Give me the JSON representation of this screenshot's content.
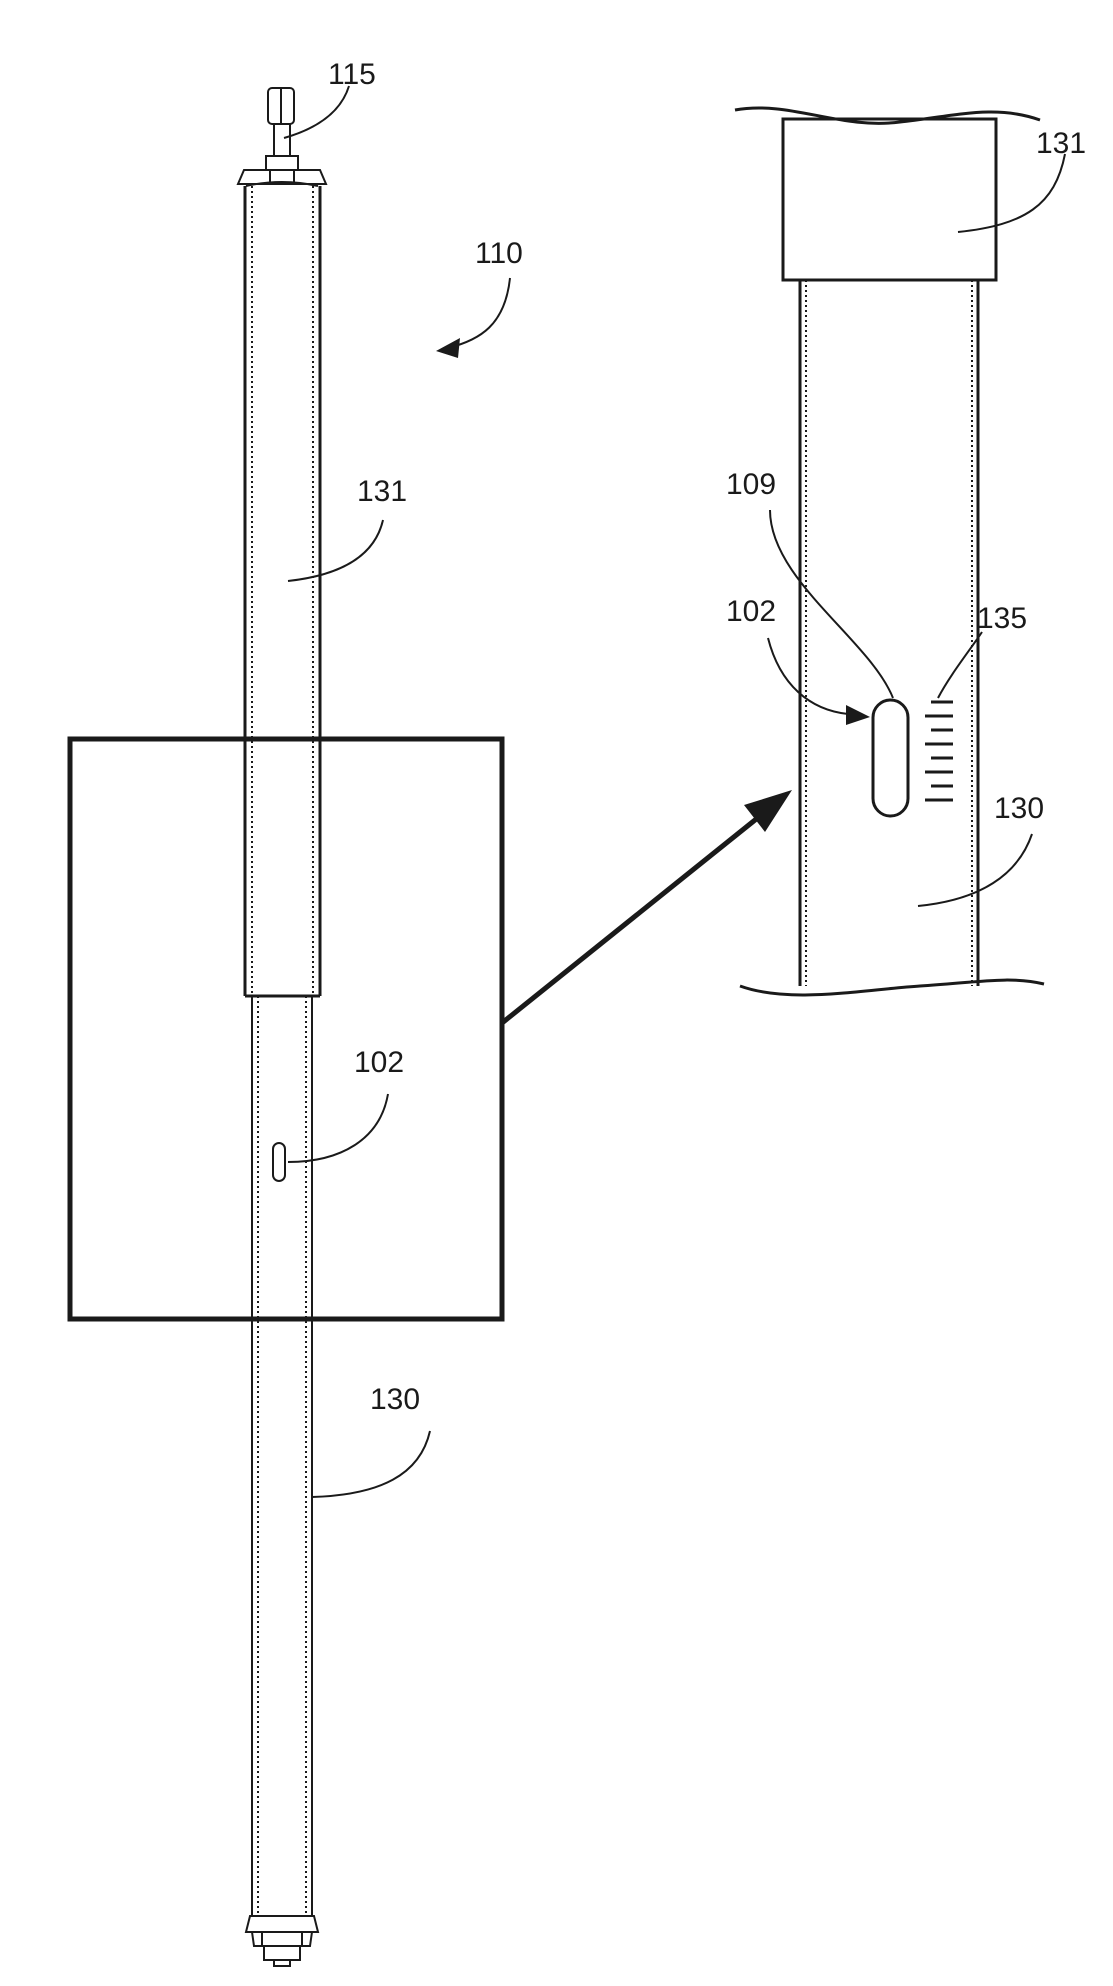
{
  "labels": {
    "assembly": "110",
    "end_fitting": "115",
    "outer_tube_main": "131",
    "inner_tube_main": "130",
    "slot_main": "102",
    "outer_tube_detail": "131",
    "inner_tube_detail": "130",
    "slot_detail": "102",
    "slot_end_detail": "109",
    "scale_detail": "135"
  }
}
